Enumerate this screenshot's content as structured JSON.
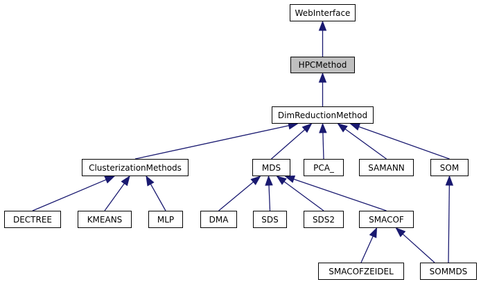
{
  "diagram": {
    "edge_color": "#191970",
    "highlight_fill": "#bfbfbf",
    "nodes": {
      "webinterface": "WebInterface",
      "hpcmethod": "HPCMethod",
      "dimreductionmethod": "DimReductionMethod",
      "clusterizationmethods": "ClusterizationMethods",
      "mds": "MDS",
      "pca": "PCA_",
      "samann": "SAMANN",
      "som": "SOM",
      "dectree": "DECTREE",
      "kmeans": "KMEANS",
      "mlp": "MLP",
      "dma": "DMA",
      "sds": "SDS",
      "sds2": "SDS2",
      "smacof": "SMACOF",
      "smacofzeidel": "SMACOFZEIDEL",
      "sommds": "SOMMDS"
    },
    "highlighted": [
      "hpcmethod"
    ],
    "edges": [
      {
        "from": "hpcmethod",
        "to": "webinterface"
      },
      {
        "from": "dimreductionmethod",
        "to": "hpcmethod"
      },
      {
        "from": "clusterizationmethods",
        "to": "dimreductionmethod"
      },
      {
        "from": "mds",
        "to": "dimreductionmethod"
      },
      {
        "from": "pca",
        "to": "dimreductionmethod"
      },
      {
        "from": "samann",
        "to": "dimreductionmethod"
      },
      {
        "from": "som",
        "to": "dimreductionmethod"
      },
      {
        "from": "dectree",
        "to": "clusterizationmethods"
      },
      {
        "from": "kmeans",
        "to": "clusterizationmethods"
      },
      {
        "from": "mlp",
        "to": "clusterizationmethods"
      },
      {
        "from": "dma",
        "to": "mds"
      },
      {
        "from": "sds",
        "to": "mds"
      },
      {
        "from": "sds2",
        "to": "mds"
      },
      {
        "from": "smacof",
        "to": "mds"
      },
      {
        "from": "smacofzeidel",
        "to": "smacof"
      },
      {
        "from": "sommds",
        "to": "smacof"
      },
      {
        "from": "sommds",
        "to": "som"
      }
    ]
  }
}
